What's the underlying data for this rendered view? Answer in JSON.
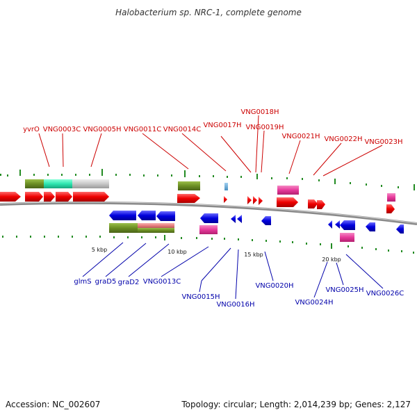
{
  "title": "Halobacterium sp. NRC-1, complete genome",
  "footer": {
    "accession": "Accession: NC_002607",
    "topology": "Topology: circular; Length: 2,014,239 bp; Genes: 2,127"
  },
  "scale_labels": [
    "5 kbp",
    "10 kbp",
    "15 kbp",
    "20 kbp"
  ],
  "top_gene_labels": [
    "yvrO",
    "VNG0003C",
    "VNG0005H",
    "VNG0011C",
    "VNG0014C",
    "VNG0017H",
    "VNG0018H",
    "VNG0019H",
    "VNG0021H",
    "VNG0022H",
    "VNG0023H"
  ],
  "bottom_gene_labels": [
    "glmS",
    "graD5",
    "graD2",
    "VNG0013C",
    "VNG0015H",
    "VNG0016H",
    "VNG0020H",
    "VNG0024H",
    "VNG0025H",
    "VNG0026C"
  ],
  "colors": {
    "forward_cds": "#ee0000",
    "reverse_cds": "#0000dd",
    "cog_green": "#6b8e23",
    "cog_magenta": "#e6399b",
    "cog_teal": "#2ee6b0",
    "cog_grey": "#c8c8c8",
    "cog_salmon": "#e88080",
    "tick_green": "#228b22",
    "backbone": "#8a8a8a",
    "top_label": "#cc0000",
    "bottom_label": "#0000aa"
  }
}
